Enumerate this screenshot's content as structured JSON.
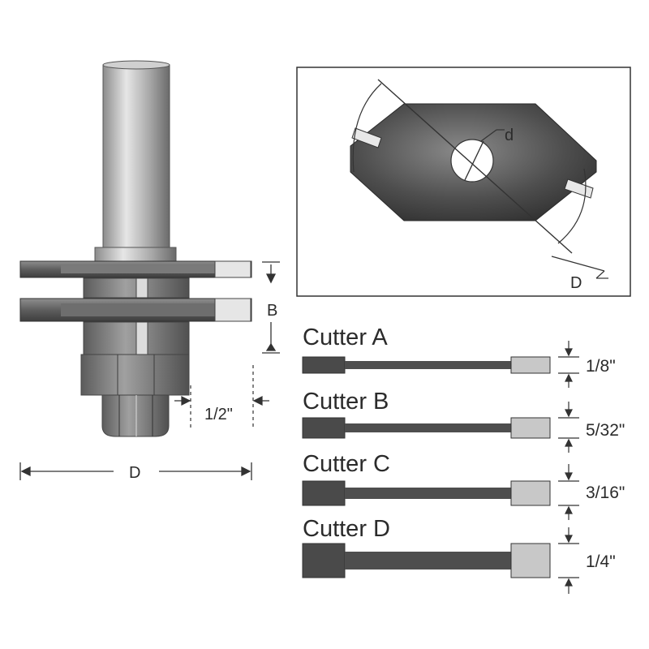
{
  "labels": {
    "b": "B",
    "half_inch": "1/2\"",
    "d_main": "D",
    "d_small": "d",
    "d_inset": "D"
  },
  "cutters": [
    {
      "name": "Cutter A",
      "thickness": "1/8\""
    },
    {
      "name": "Cutter B",
      "thickness": "5/32\""
    },
    {
      "name": "Cutter C",
      "thickness": "3/16\""
    },
    {
      "name": "Cutter D",
      "thickness": "1/4\""
    }
  ],
  "colors": {
    "dark": "#4a4a4a",
    "mid": "#8a8a8a",
    "light": "#c8c8c8",
    "line": "#333333"
  }
}
